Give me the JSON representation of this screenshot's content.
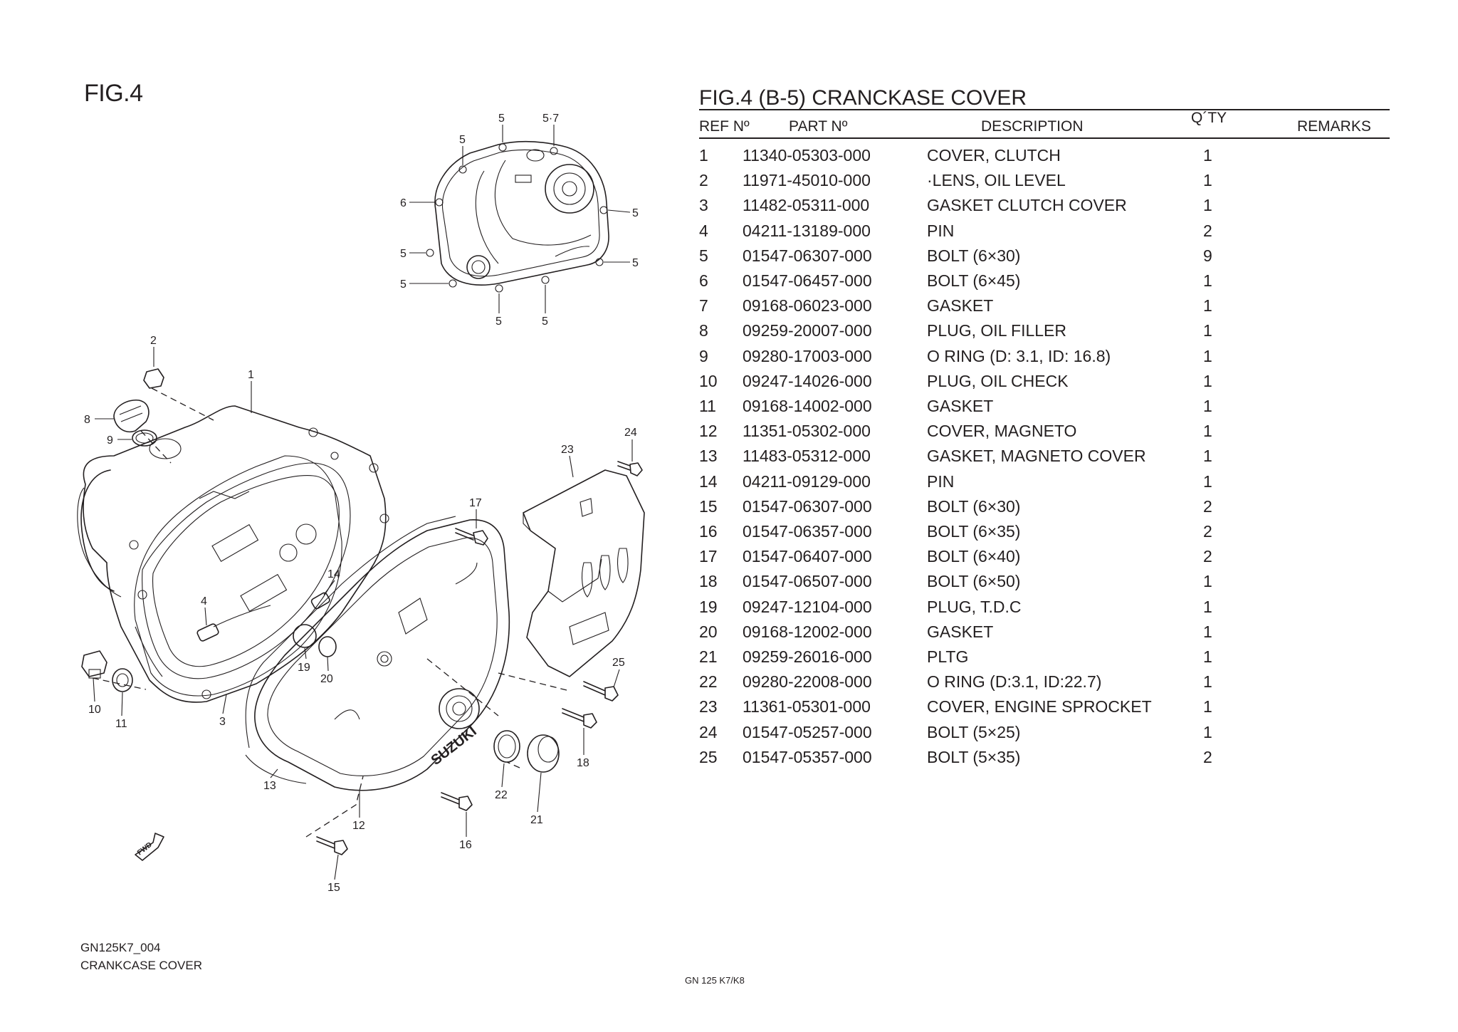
{
  "figure": {
    "label": "FIG.4",
    "drawing_code": "GN125K7_004",
    "caption": "CRANKCASE COVER",
    "brand_mark": "SUZUKI",
    "fwd_mark": "FWD",
    "inset_callouts": [
      "5",
      "5·7",
      "5",
      "6",
      "5",
      "5",
      "5",
      "5",
      "5",
      "5"
    ],
    "callouts": [
      "2",
      "1",
      "8",
      "9",
      "24",
      "23",
      "17",
      "14",
      "4",
      "25",
      "19",
      "20",
      "10",
      "11",
      "3",
      "18",
      "13",
      "22",
      "21",
      "12",
      "16",
      "15"
    ]
  },
  "parts_table": {
    "title": "FIG.4 (B-5) CRANCKASE COVER",
    "headers": {
      "ref": "REF Nº",
      "part": "PART Nº",
      "description": "DESCRIPTION",
      "qty": "Q´TY",
      "remarks": "REMARKS"
    },
    "rows": [
      {
        "ref": "1",
        "part": "11340-05303-000",
        "description": "COVER, CLUTCH",
        "qty": "1",
        "remarks": ""
      },
      {
        "ref": "2",
        "part": "11971-45010-000",
        "description": "·LENS, OIL LEVEL",
        "qty": "1",
        "remarks": ""
      },
      {
        "ref": "3",
        "part": "11482-05311-000",
        "description": "GASKET CLUTCH COVER",
        "qty": "1",
        "remarks": ""
      },
      {
        "ref": "4",
        "part": "04211-13189-000",
        "description": "PIN",
        "qty": "2",
        "remarks": ""
      },
      {
        "ref": "5",
        "part": "01547-06307-000",
        "description": "BOLT (6×30)",
        "qty": "9",
        "remarks": ""
      },
      {
        "ref": "6",
        "part": "01547-06457-000",
        "description": "BOLT (6×45)",
        "qty": "1",
        "remarks": ""
      },
      {
        "ref": "7",
        "part": "09168-06023-000",
        "description": "GASKET",
        "qty": "1",
        "remarks": ""
      },
      {
        "ref": "8",
        "part": "09259-20007-000",
        "description": "PLUG, OIL FILLER",
        "qty": "1",
        "remarks": ""
      },
      {
        "ref": "9",
        "part": "09280-17003-000",
        "description": "O RING (D: 3.1, ID: 16.8)",
        "qty": "1",
        "remarks": ""
      },
      {
        "ref": "10",
        "part": "09247-14026-000",
        "description": "PLUG, OIL CHECK",
        "qty": "1",
        "remarks": ""
      },
      {
        "ref": "11",
        "part": "09168-14002-000",
        "description": "GASKET",
        "qty": "1",
        "remarks": ""
      },
      {
        "ref": "12",
        "part": "11351-05302-000",
        "description": "COVER, MAGNETO",
        "qty": "1",
        "remarks": ""
      },
      {
        "ref": "13",
        "part": "11483-05312-000",
        "description": "GASKET, MAGNETO COVER",
        "qty": "1",
        "remarks": ""
      },
      {
        "ref": "14",
        "part": "04211-09129-000",
        "description": "PIN",
        "qty": "1",
        "remarks": ""
      },
      {
        "ref": "15",
        "part": "01547-06307-000",
        "description": "BOLT (6×30)",
        "qty": "2",
        "remarks": ""
      },
      {
        "ref": "16",
        "part": "01547-06357-000",
        "description": "BOLT (6×35)",
        "qty": "2",
        "remarks": ""
      },
      {
        "ref": "17",
        "part": "01547-06407-000",
        "description": "BOLT (6×40)",
        "qty": "2",
        "remarks": ""
      },
      {
        "ref": "18",
        "part": "01547-06507-000",
        "description": "BOLT (6×50)",
        "qty": "1",
        "remarks": ""
      },
      {
        "ref": "19",
        "part": "09247-12104-000",
        "description": "PLUG, T.D.C",
        "qty": "1",
        "remarks": ""
      },
      {
        "ref": "20",
        "part": "09168-12002-000",
        "description": "GASKET",
        "qty": "1",
        "remarks": ""
      },
      {
        "ref": "21",
        "part": "09259-26016-000",
        "description": "PLTG",
        "qty": "1",
        "remarks": ""
      },
      {
        "ref": "22",
        "part": "09280-22008-000",
        "description": "O RING (D:3.1, ID:22.7)",
        "qty": "1",
        "remarks": ""
      },
      {
        "ref": "23",
        "part": "11361-05301-000",
        "description": "COVER, ENGINE SPROCKET",
        "qty": "1",
        "remarks": ""
      },
      {
        "ref": "24",
        "part": "01547-05257-000",
        "description": "BOLT (5×25)",
        "qty": "1",
        "remarks": ""
      },
      {
        "ref": "25",
        "part": "01547-05357-000",
        "description": "BOLT (5×35)",
        "qty": "2",
        "remarks": ""
      }
    ]
  },
  "footer": {
    "model": "GN 125 K7/K8"
  }
}
